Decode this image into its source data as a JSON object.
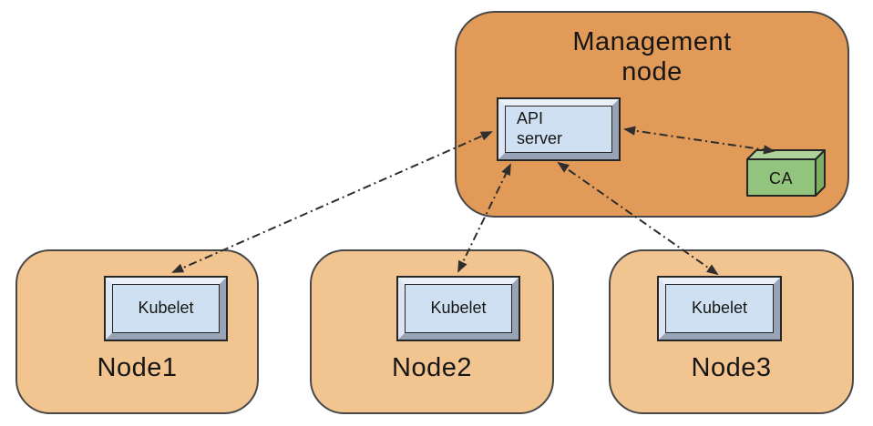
{
  "management_node": {
    "label": "Management node",
    "components": {
      "api_server": "API server",
      "ca": "CA"
    }
  },
  "nodes": [
    {
      "label": "Node1",
      "component": "Kubelet"
    },
    {
      "label": "Node2",
      "component": "Kubelet"
    },
    {
      "label": "Node3",
      "component": "Kubelet"
    }
  ],
  "connections": [
    {
      "from": "Kubelet (Node1)",
      "to": "API server",
      "style": "dash-dot",
      "bidirectional": true
    },
    {
      "from": "Kubelet (Node2)",
      "to": "API server",
      "style": "dash-dot",
      "bidirectional": true
    },
    {
      "from": "Kubelet (Node3)",
      "to": "API server",
      "style": "dash-dot",
      "bidirectional": true
    },
    {
      "from": "API server",
      "to": "CA",
      "style": "dash-dot",
      "bidirectional": true
    }
  ],
  "colors": {
    "management_fill": "#E19A58",
    "node_fill": "#F2C490",
    "box_face": "#CFE0F2",
    "bevel_light": "#EAF0F8",
    "bevel_dark": "#98A3B6",
    "ca_front": "#93C47D",
    "ca_top": "#AED39A",
    "ca_side": "#7DAE63",
    "outline": "#484848",
    "arrow": "#2E2E2E"
  }
}
